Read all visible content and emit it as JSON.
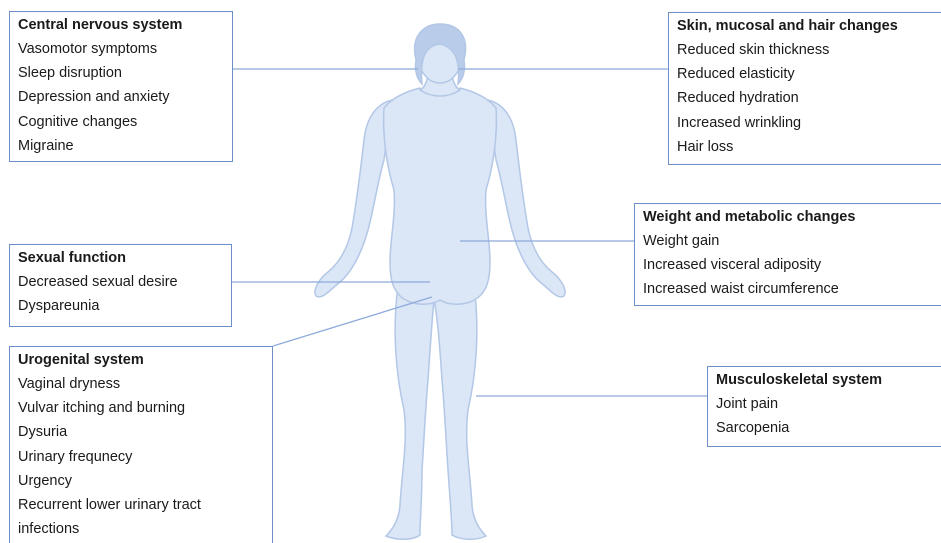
{
  "colors": {
    "body_fill": "#dbe6f6",
    "body_stroke": "#b3c7e6",
    "connector": "#8eaadb",
    "box_border": "#6d8fc7"
  },
  "central_nervous": {
    "title": "Central nervous system",
    "items": [
      "Vasomotor symptoms",
      "Sleep disruption",
      "Depression and anxiety",
      "Cognitive changes",
      "Migraine"
    ]
  },
  "skin": {
    "title": "Skin, mucosal and hair changes",
    "items": [
      "Reduced skin thickness",
      "Reduced elasticity",
      "Reduced hydration",
      "Increased wrinkling",
      "Hair loss"
    ]
  },
  "sexual": {
    "title": "Sexual function",
    "items": [
      "Decreased sexual desire",
      "Dyspareunia"
    ]
  },
  "weight": {
    "title": "Weight and metabolic changes",
    "items": [
      "Weight gain",
      "Increased visceral adiposity",
      "Increased waist circumference"
    ]
  },
  "urogenital": {
    "title": "Urogenital system",
    "items": [
      "Vaginal dryness",
      "Vulvar itching and burning",
      "Dysuria",
      "Urinary frequnecy",
      "Urgency",
      "Recurrent lower urinary tract",
      "infections"
    ]
  },
  "musculoskeletal": {
    "title": "Musculoskeletal system",
    "items": [
      "Joint pain",
      "Sarcopenia"
    ]
  }
}
